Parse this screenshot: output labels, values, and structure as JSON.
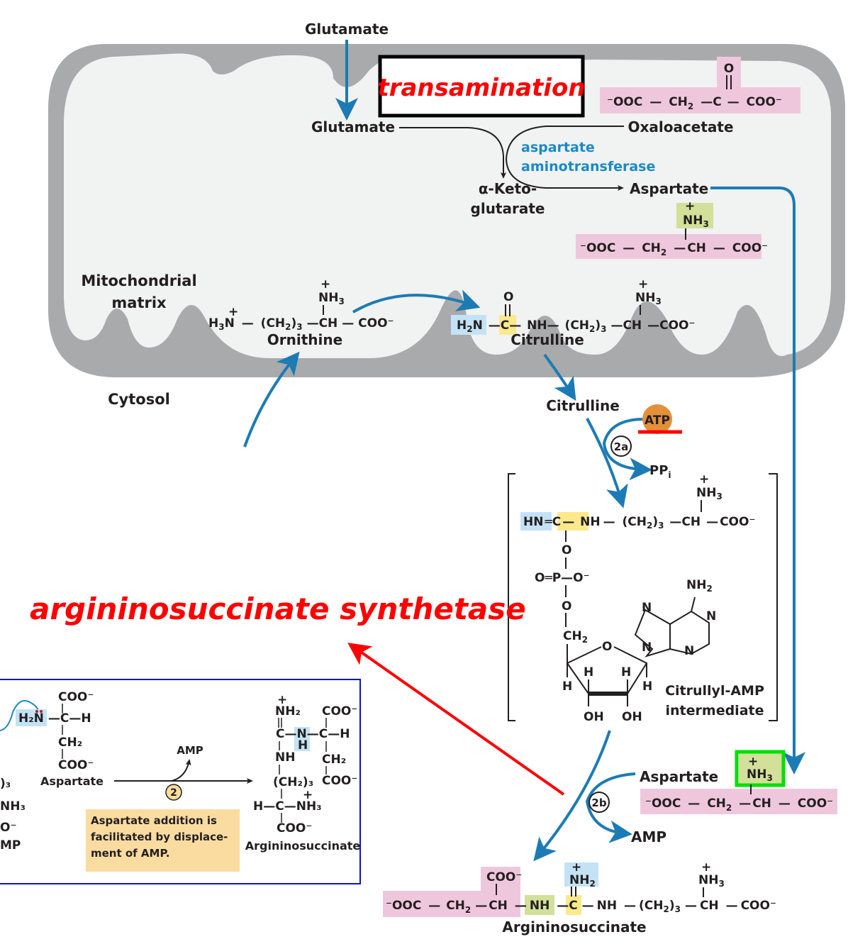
{
  "colors": {
    "membrane": "#a9aaac",
    "matrix": "#f1f2f2",
    "arrow_blue": "#1c7bb5",
    "pink_highlight": "#efc7dd",
    "green_highlight": "#d2e09a",
    "blue_highlight": "#c3e2f5",
    "yellow_highlight": "#fbe98c",
    "atp_orange": "#e48f3a",
    "callout_red": "#ff0000",
    "highlight_box_green": "#00e000",
    "inset_border": "#1010d0",
    "note_tan": "#fbdca0"
  },
  "annotations": {
    "transamination": "transamination",
    "synthetase": "argininosuccinate synthetase"
  },
  "compartments": {
    "matrix": [
      "Mitochondrial",
      "matrix"
    ],
    "cytosol": "Cytosol"
  },
  "transamination": {
    "glutamate_outside": "Glutamate",
    "glutamate_inside": "Glutamate",
    "oxaloacetate": "Oxaloacetate",
    "oxaloacetate_formula": {
      "left": "⁻OOC",
      "b1": "—",
      "ch2": "CH",
      "ch2_sub": "2",
      "b2": "—",
      "c": "C",
      "b3": "—",
      "right": "COO⁻",
      "carbonyl_o": "O"
    },
    "enzyme": [
      "aspartate",
      "aminotransferase"
    ],
    "akg": [
      "α-Keto-",
      "glutarate"
    ],
    "aspartate": "Aspartate",
    "aspartate_formula": {
      "left": "⁻OOC",
      "ch2": "CH",
      "ch2_sub": "2",
      "ch": "CH",
      "right": "COO⁻",
      "amine": "NH",
      "amine_sub": "3",
      "plus": "+"
    }
  },
  "ornithine": {
    "name": "Ornithine",
    "formula": {
      "h3n": "H",
      "h3n_sub": "3",
      "n": "N",
      "plus": "+",
      "ch2n": "(CH",
      "ch2n_sub2": "2",
      "ch2n_close": ")",
      "ch2n_sub3": "3",
      "ch": "CH",
      "coo": "COO⁻",
      "amine": "NH",
      "amine_sub": "3"
    }
  },
  "citrulline_matrix": {
    "name": "Citrulline",
    "formula": {
      "h2n": "H",
      "h2n_sub": "2",
      "n": "N",
      "c": "C",
      "o": "O",
      "nh": "NH",
      "ch2n": "(CH",
      "ch2n_sub2": "2",
      "ch2n_close": ")",
      "ch2n_sub3": "3",
      "ch": "CH",
      "coo": "COO⁻",
      "amine": "NH",
      "amine_sub": "3",
      "plus": "+"
    }
  },
  "step2a": {
    "citrulline": "Citrulline",
    "atp": "ATP",
    "step_label": "2a",
    "ppi": "PP",
    "ppi_sub": "i"
  },
  "intermediate": {
    "name": [
      "Citrullyl-AMP",
      "intermediate"
    ],
    "hn": "HN",
    "c": "C",
    "nh": "NH",
    "ch2n": "(CH",
    "ch": "CH",
    "coo": "COO⁻",
    "amine": "NH",
    "amine_sub": "3",
    "plus": "+",
    "phosphate": {
      "o1": "O",
      "p": "P",
      "o_double": "O",
      "o_minus": "O⁻",
      "o2": "O"
    },
    "ch2": "CH",
    "ring_o": "O",
    "h": "H",
    "oh": "OH",
    "adenine": {
      "nh2": "NH",
      "nh2_sub": "2",
      "n": "N"
    }
  },
  "step2b": {
    "aspartate": "Aspartate",
    "step_label": "2b",
    "amp": "AMP",
    "aspartate_formula": {
      "left": "⁻OOC",
      "ch2": "CH",
      "ch2_sub": "2",
      "ch": "CH",
      "right": "COO⁻",
      "amine": "NH",
      "amine_sub": "3",
      "plus": "+"
    }
  },
  "argininosuccinate": {
    "name": "Argininosuccinate",
    "formula": {
      "left": "⁻OOC",
      "ch2": "CH",
      "ch2_sub": "2",
      "ch": "CH",
      "coo_top": "COO⁻",
      "nh_green": "NH",
      "c": "C",
      "nh2": "NH",
      "nh2_sub": "2",
      "plus": "+",
      "nh": "NH",
      "ch2n": "(CH",
      "ch_end": "CH",
      "coo_end": "COO⁻",
      "amine": "NH",
      "amine_sub": "3"
    }
  },
  "inset": {
    "aspartate_label": "Aspartate",
    "amp": "AMP",
    "step_label": "2",
    "note": [
      "Aspartate addition is",
      "facilitated by displace-",
      "ment of AMP."
    ],
    "product_label": "Argininosuccinate",
    "left_fragments": [
      ")₃",
      "NH₃",
      "O⁻",
      "MP"
    ],
    "aspartate_struct": {
      "coo_top": "COO⁻",
      "h2n": "H₂N",
      "c": "C",
      "h": "H",
      "ch2": "CH₂",
      "coo_bottom": "COO⁻"
    },
    "product_struct": {
      "nh2": "NH₂",
      "plus": "+",
      "c": "C",
      "n": "N",
      "h_under_n": "H",
      "coo1": "COO⁻",
      "c2": "C",
      "h2": "H",
      "nh": "NH",
      "ch2": "CH₂",
      "coo2": "COO⁻",
      "ch2n": "(CH₂)₃",
      "hc": "H",
      "c3": "C",
      "nh3": "NH₃",
      "coo3": "COO⁻"
    }
  }
}
